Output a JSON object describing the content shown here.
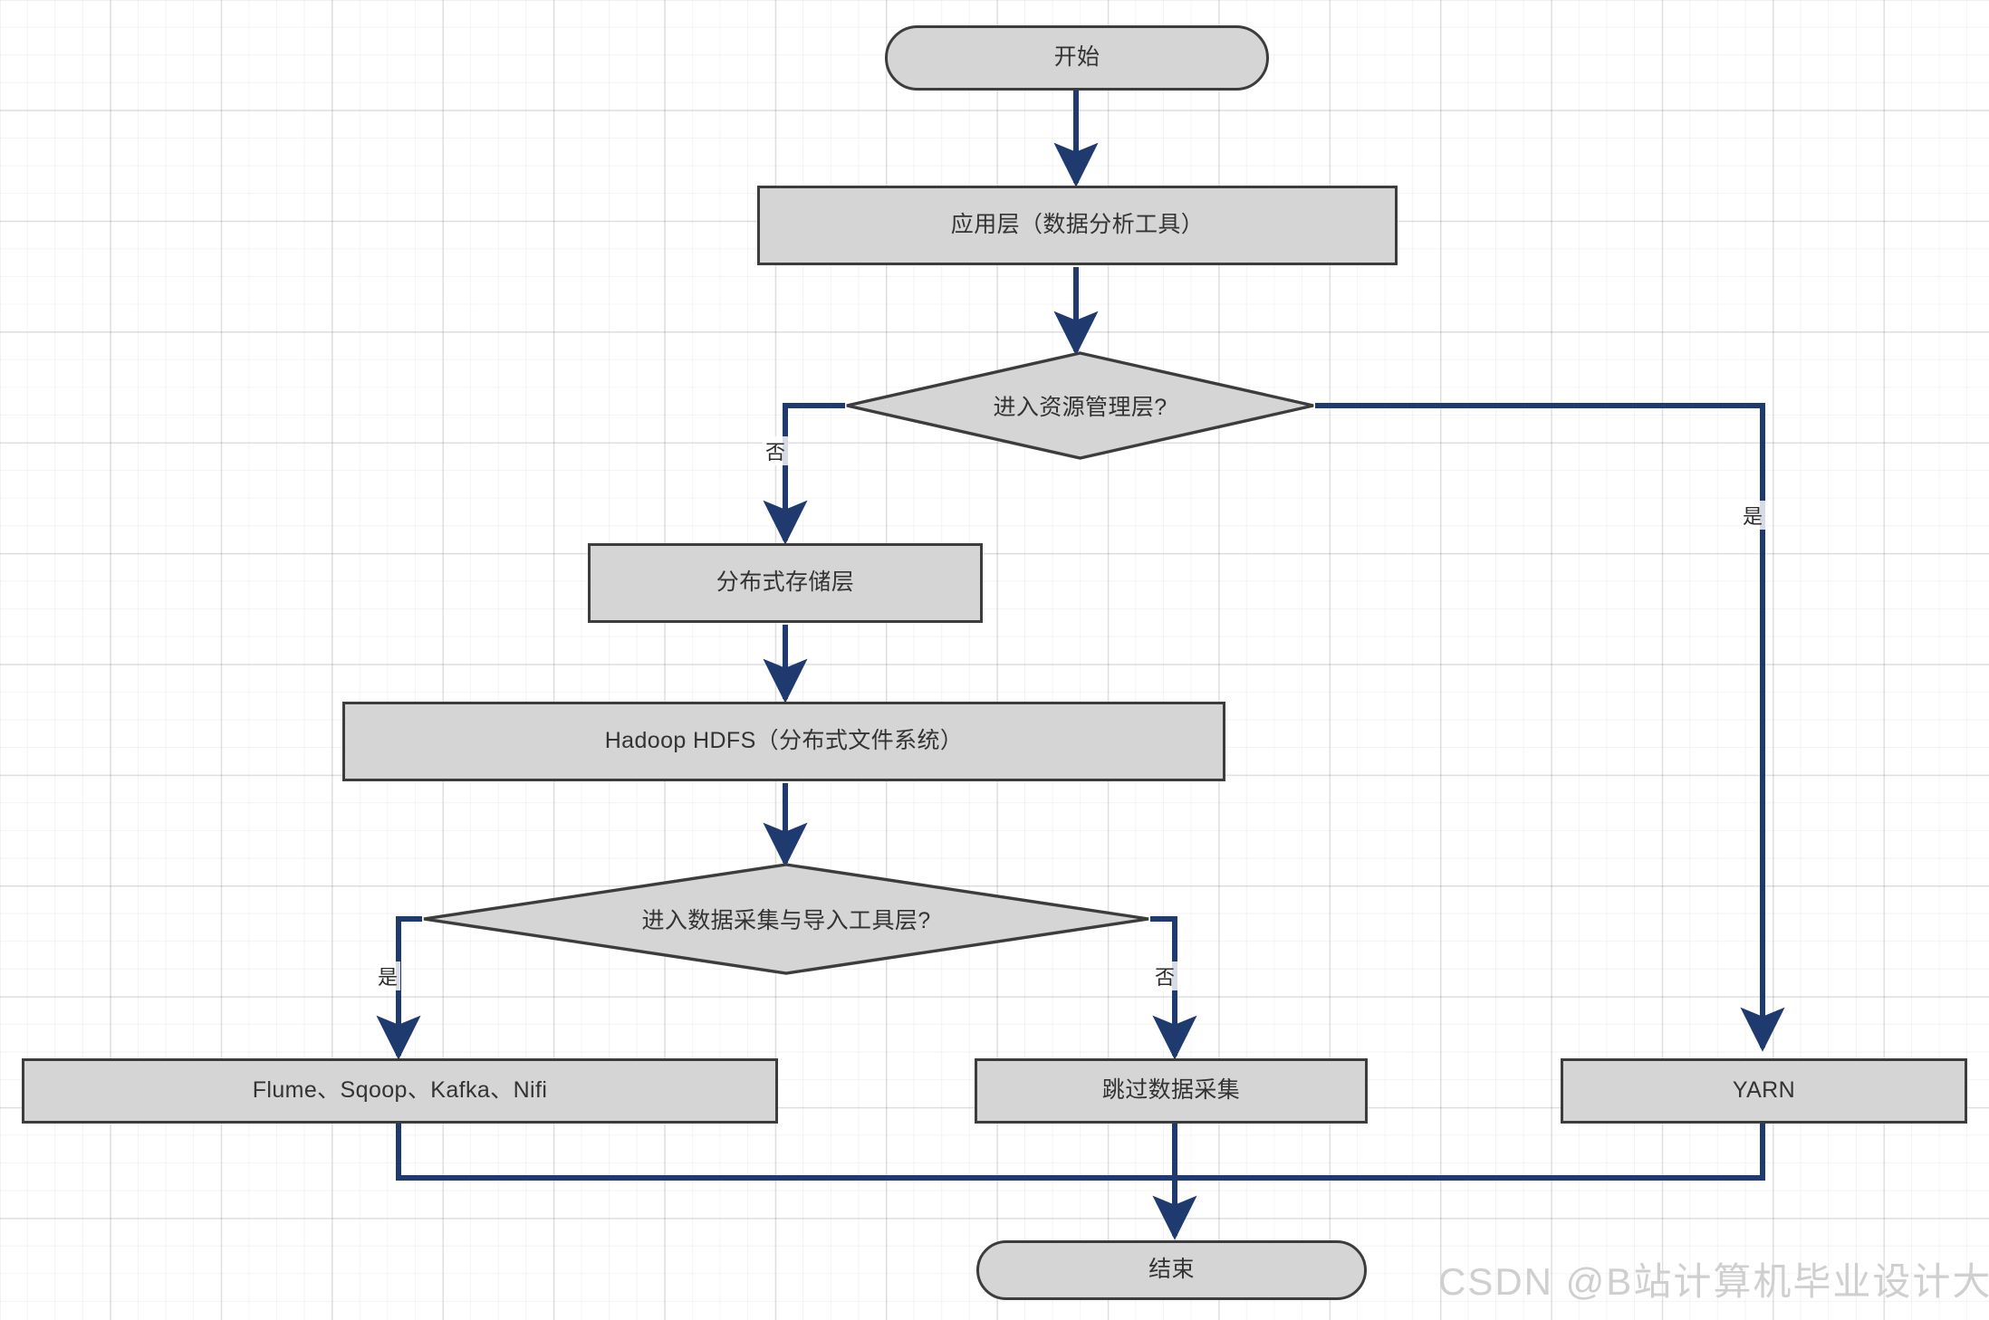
{
  "diagram": {
    "type": "flowchart",
    "orientation": "top-down",
    "title": "",
    "theme": {
      "node_fill": "#d5d5d5",
      "node_border": "#3c3c3c",
      "edge_color": "#1f3a6e",
      "text_color": "#333333",
      "canvas_background": "#ffffff",
      "grid_color": "#e6e6e6"
    },
    "nodes": {
      "start": {
        "label": "开始",
        "shape": "terminator"
      },
      "app_layer": {
        "label": "应用层（数据分析工具）",
        "shape": "process"
      },
      "decision_resource": {
        "label": "进入资源管理层?",
        "shape": "decision"
      },
      "storage_layer": {
        "label": "分布式存储层",
        "shape": "process"
      },
      "hdfs": {
        "label": "Hadoop HDFS（分布式文件系统）",
        "shape": "process"
      },
      "decision_ingest": {
        "label": "进入数据采集与导入工具层?",
        "shape": "decision"
      },
      "ingest_tools": {
        "label": "Flume、Sqoop、Kafka、Nifi",
        "shape": "process"
      },
      "skip_ingest": {
        "label": "跳过数据采集",
        "shape": "process"
      },
      "yarn": {
        "label": "YARN",
        "shape": "process"
      },
      "end": {
        "label": "结束",
        "shape": "terminator"
      }
    },
    "edges": [
      {
        "from": "start",
        "to": "app_layer",
        "label": ""
      },
      {
        "from": "app_layer",
        "to": "decision_resource",
        "label": ""
      },
      {
        "from": "decision_resource",
        "to": "storage_layer",
        "label": "否"
      },
      {
        "from": "decision_resource",
        "to": "yarn",
        "label": "是"
      },
      {
        "from": "storage_layer",
        "to": "hdfs",
        "label": ""
      },
      {
        "from": "hdfs",
        "to": "decision_ingest",
        "label": ""
      },
      {
        "from": "decision_ingest",
        "to": "ingest_tools",
        "label": "是"
      },
      {
        "from": "decision_ingest",
        "to": "skip_ingest",
        "label": "否"
      },
      {
        "from": "ingest_tools",
        "to": "end",
        "label": ""
      },
      {
        "from": "skip_ingest",
        "to": "end",
        "label": ""
      },
      {
        "from": "yarn",
        "to": "end",
        "label": ""
      }
    ],
    "edge_labels": {
      "resource_no": "否",
      "resource_yes": "是",
      "ingest_yes": "是",
      "ingest_no": "否"
    }
  },
  "watermark": {
    "text": "CSDN @B站计算机毕业设计大学"
  }
}
